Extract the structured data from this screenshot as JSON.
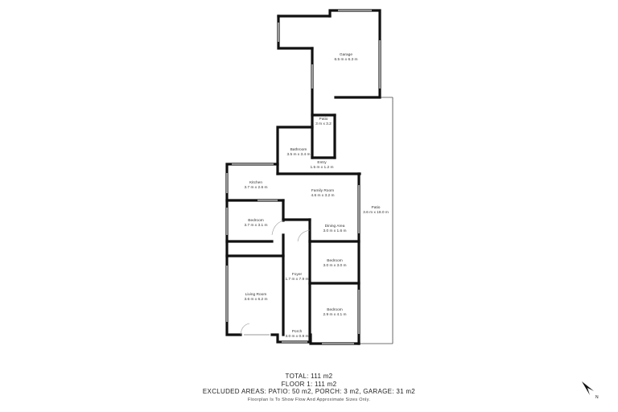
{
  "rooms": {
    "garage": {
      "name": "Garage",
      "size": "6.5 m x 6.3 m"
    },
    "patio_small": {
      "name": "Patio",
      "size": "3 m x 3.2"
    },
    "bathroom": {
      "name": "Bathroom",
      "size": "3.5 m x 3.4 m"
    },
    "entry": {
      "name": "Entry",
      "size": "1.5 m x 1.2 m"
    },
    "kitchen": {
      "name": "Kitchen",
      "size": "3.7 m x 2.6 m"
    },
    "family": {
      "name": "Family Room",
      "size": "4.6 m x 3.2 m"
    },
    "patio_large": {
      "name": "Patio",
      "size": "3.6 m x 18.0 m"
    },
    "bedroom1": {
      "name": "Bedroom",
      "size": "3.7 m x 3.1 m"
    },
    "dining": {
      "name": "Dining Area",
      "size": "3.0 m x 1.6 m"
    },
    "bedroom2": {
      "name": "Bedroom",
      "size": "3.0 m x 3.0 m"
    },
    "foyer": {
      "name": "Foyer",
      "size": "1.7 m x 7.9 m"
    },
    "living": {
      "name": "Living Room",
      "size": "3.6 m x 6.2 m"
    },
    "bedroom3": {
      "name": "Bedroom",
      "size": "2.9 m x 4.1 m"
    },
    "porch": {
      "name": "Porch",
      "size": "3.0 m x 0.9 m"
    }
  },
  "summary": {
    "total": "TOTAL: 111 m2",
    "floor": "FLOOR 1: 111 m2",
    "excluded": "EXCLUDED AREAS: PATIO: 50 m2, PORCH: 3 m2, GARAGE: 31 m2",
    "disclaimer": "Floorplan Is To Show Flow And Approximate Sizes Only."
  },
  "compass": {
    "label": "N",
    "icon": "north-arrow-icon"
  },
  "colors": {
    "wall": "#111111",
    "window": "#bbbbbb",
    "text": "#333333"
  }
}
